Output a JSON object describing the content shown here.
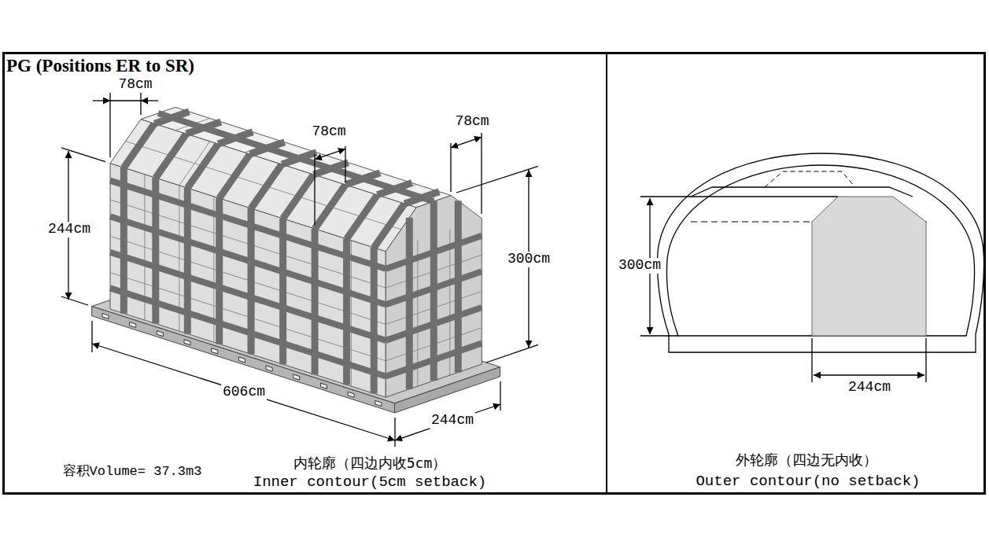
{
  "diagram": {
    "title": "PG (Positions ER to SR)",
    "nodes": [
      {
        "text": [
          "内轮廓（四边内收5cm）",
          "Inner contour(5cm setback)"
        ]
      },
      {
        "text": [
          "外轮廓（四边无内收）",
          "Outer contour(no setback)"
        ]
      }
    ],
    "labels": [
      "78cm",
      "78cm",
      "78cm",
      "244cm",
      "300cm",
      "606cm",
      "244cm",
      "容积Volume= 37.3m3",
      "300cm",
      "244cm"
    ]
  }
}
